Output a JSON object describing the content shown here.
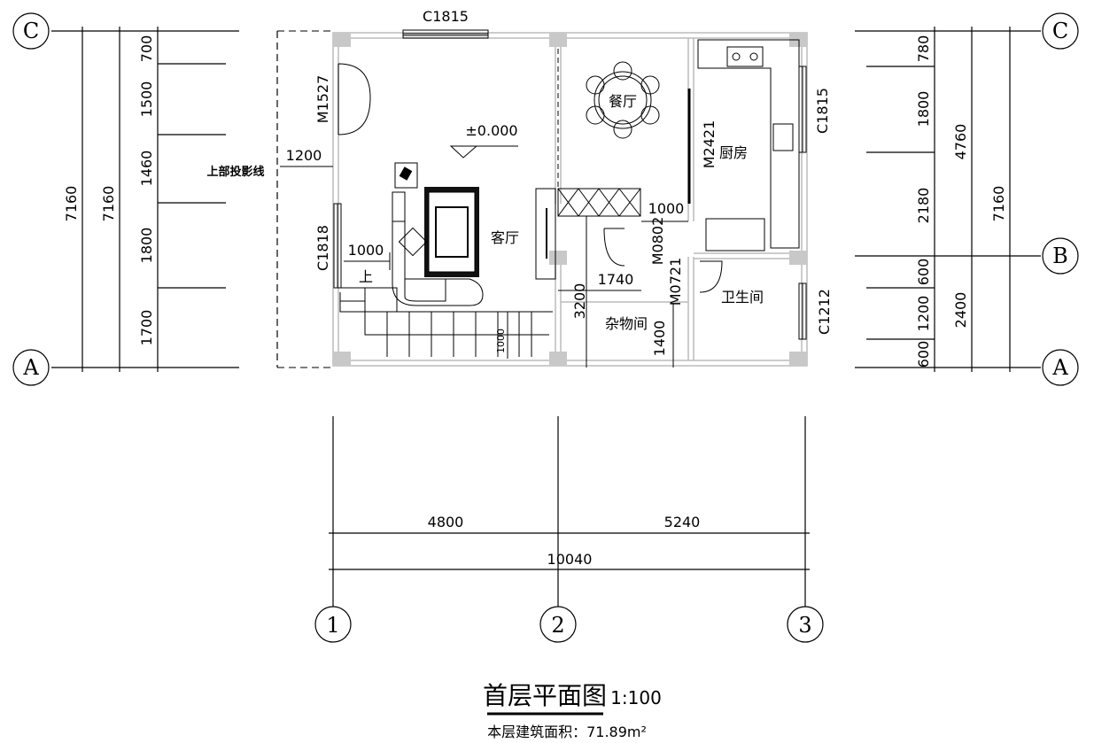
{
  "drawing": {
    "title": "首层平面图",
    "scale": "1:100",
    "area_note": "本层建筑面积：71.89m²"
  },
  "axes": {
    "A": "A",
    "B": "B",
    "C": "C",
    "n1": "1",
    "n2": "2",
    "n3": "3"
  },
  "left_dims": {
    "total_outer": "7160",
    "total_inner": "7160",
    "chain": [
      "700",
      "1500",
      "1460",
      "1800",
      "1700"
    ]
  },
  "right_dims": {
    "chain": [
      "780",
      "1800",
      "2180",
      "600",
      "1200",
      "600"
    ],
    "mid": [
      "4760",
      "2400"
    ],
    "total": "7160"
  },
  "bottom_dims": {
    "bay1": "4800",
    "bay2": "5240",
    "total": "10040"
  },
  "rooms": {
    "living": "客厅",
    "dining": "餐厅",
    "kitchen": "厨房",
    "bath": "卫生间",
    "storage": "杂物间"
  },
  "labels": {
    "window_top": "C1815",
    "door_main": "M1527",
    "proj_dim": "1200",
    "proj_line": "上部投影线",
    "window_left": "C1818",
    "stair_dim": "1000",
    "stair_up": "上",
    "elevation": "±0.000",
    "door_kitchen": "M2421",
    "window_kitchen": "C1815",
    "dim_1000": "1000",
    "door_m0802": "M0802",
    "door_m0721": "M0721",
    "dim_1740": "1740",
    "dim_3200": "3200",
    "window_bath": "C1212",
    "dim_1400": "1400",
    "stair_1000": "1000"
  }
}
